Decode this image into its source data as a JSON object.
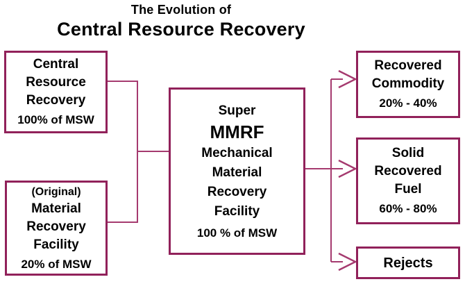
{
  "title": {
    "line1": "The Evolution of",
    "line2": "Central Resource Recovery"
  },
  "boxes": {
    "central_resource_recovery": {
      "lines": [
        "Central",
        "Resource",
        "Recovery"
      ],
      "note": "100% of MSW"
    },
    "original_mrf": {
      "pre": "(Original)",
      "lines": [
        "Material",
        "Recovery",
        "Facility"
      ],
      "note": "20% of MSW"
    },
    "super_mmrf": {
      "line1": "Super",
      "acronym": "MMRF",
      "lines": [
        "Mechanical",
        "Material",
        "Recovery",
        "Facility"
      ],
      "note": "100 % of MSW"
    },
    "recovered_commodity": {
      "lines": [
        "Recovered",
        "Commodity"
      ],
      "note": "20% - 40%"
    },
    "solid_recovered_fuel": {
      "lines": [
        "Solid",
        "Recovered",
        "Fuel"
      ],
      "note": "60% - 80%"
    },
    "rejects": {
      "label": "Rejects"
    }
  },
  "icons": {
    "arrowhead": "open-chevron-right-arrow"
  },
  "colors": {
    "box_border": "#91215A",
    "connector_line": "#A53A6F",
    "text": "#000000",
    "background": "#FFFFFF"
  }
}
